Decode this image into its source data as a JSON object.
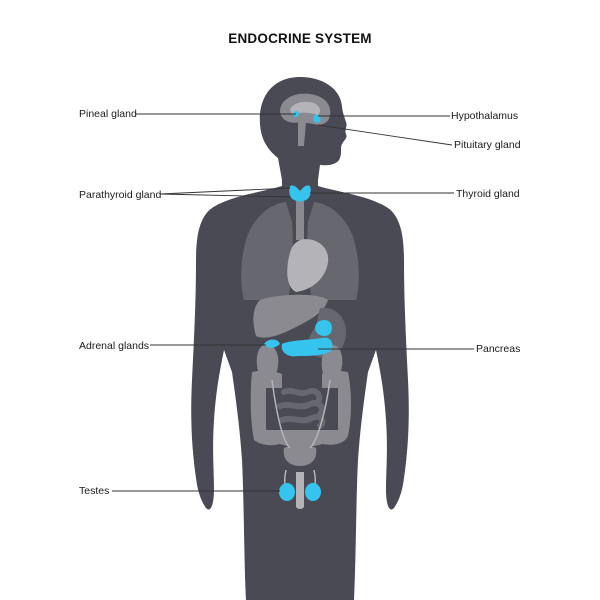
{
  "title": "ENDOCRINE SYSTEM",
  "labels": {
    "pineal": "Pineal gland",
    "parathyroid": "Parathyroid gland",
    "adrenal": "Adrenal glands",
    "testes": "Testes",
    "hypothalamus": "Hypothalamus",
    "pituitary": "Pituitary gland",
    "thyroid": "Thyroid gland",
    "pancreas": "Pancreas"
  },
  "colors": {
    "body": "#4a4a55",
    "organ": "#67676f",
    "organ_light": "#8a8a90",
    "organ_pale": "#b4b4b8",
    "gland": "#35c4ee",
    "line": "#333333",
    "text": "#1a1a1a"
  }
}
